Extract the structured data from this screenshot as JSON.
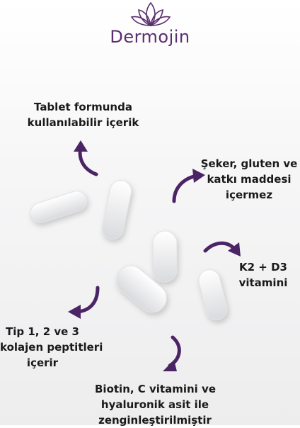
{
  "brand": {
    "name": "Dermojin",
    "color": "#5a2d6e"
  },
  "features": [
    {
      "lines": [
        "Tablet formunda",
        "kullanılabilir içerik"
      ]
    },
    {
      "lines": [
        "Şeker, gluten ve",
        "katkı maddesi",
        "içermez"
      ]
    },
    {
      "lines": [
        "K2 + D3",
        "vitamini"
      ]
    },
    {
      "lines": [
        "Tip 1, 2 ve 3",
        "kolajen peptitleri",
        "içerir"
      ]
    },
    {
      "lines": [
        "Biotin, C vitamini ve",
        "hyaluronik asit ile",
        "zenginleştirilmiştir"
      ]
    }
  ],
  "icons": {
    "logo": "lotus-logo-icon",
    "arrow": "curved-arrow-icon",
    "product": "tablet-pill"
  },
  "colors": {
    "arrow": "#4b2466",
    "text": "#1a1a1a"
  }
}
